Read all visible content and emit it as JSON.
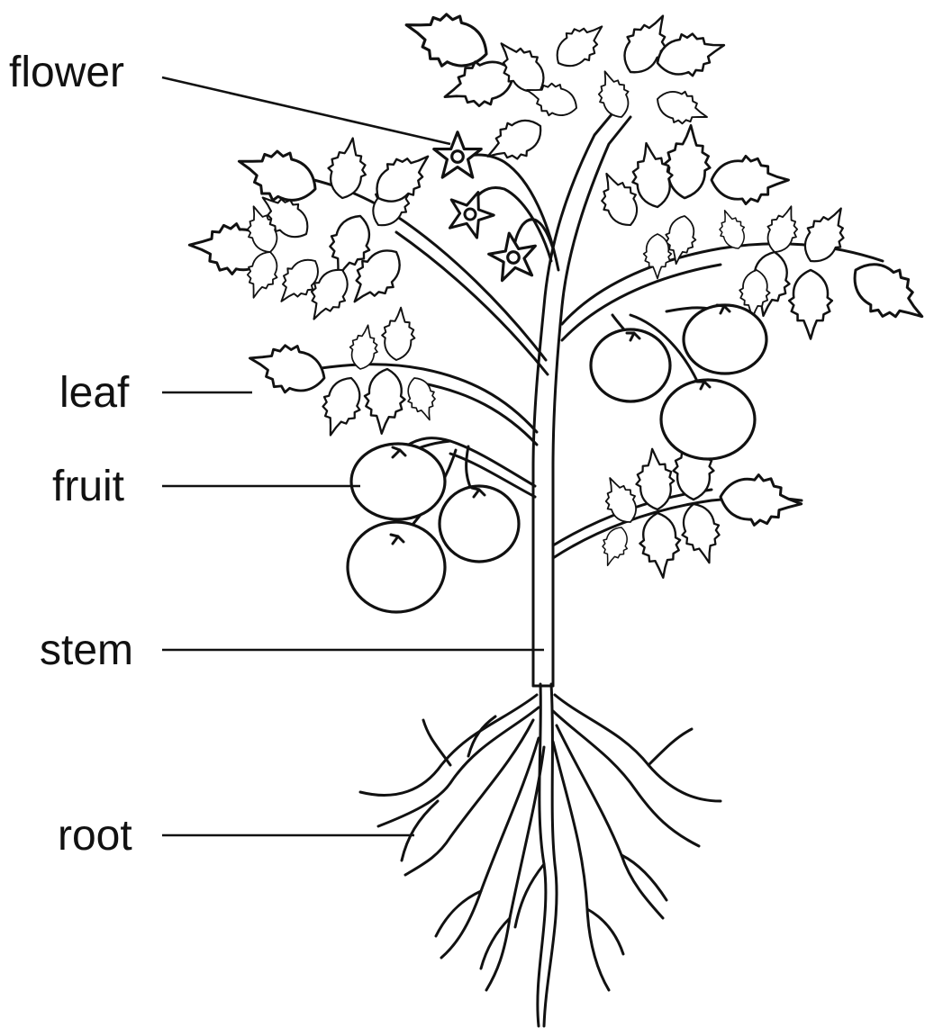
{
  "diagram": {
    "labels": {
      "flower": "flower",
      "leaf": "leaf",
      "fruit": "fruit",
      "stem": "stem",
      "root": "root"
    }
  }
}
